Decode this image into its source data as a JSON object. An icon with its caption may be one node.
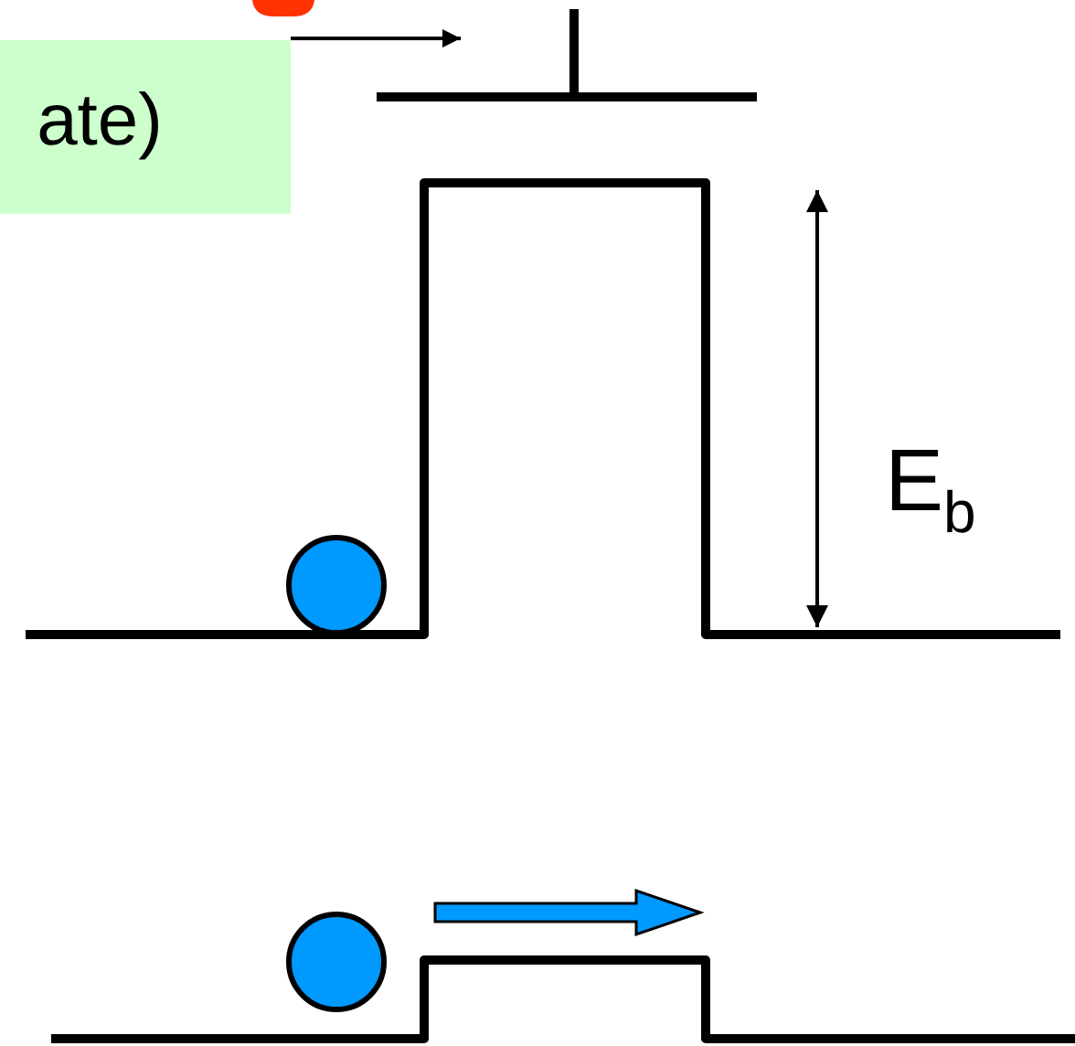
{
  "diagram": {
    "nodes": [
      {
        "text": [
          "ate)"
        ]
      },
      {
        "text": [],
        "shape": "bar"
      }
    ],
    "edges": [
      {
        "from": 0,
        "to": 1,
        "arrow": "to"
      }
    ],
    "labels": [
      "E$_{b}$"
    ]
  }
}
